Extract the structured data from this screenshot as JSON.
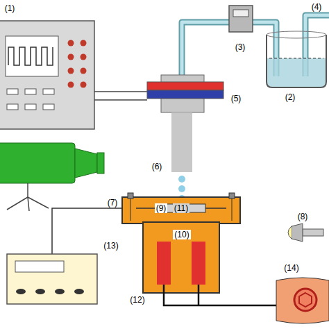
{
  "diagram": {
    "labels": [
      "(1)",
      "(4)",
      "(3)",
      "(2)",
      "(5)",
      "(6)",
      "(7)",
      "(9)",
      "(8)",
      "(11)",
      "(10)",
      "(13)",
      "(12)",
      "(14)"
    ]
  }
}
